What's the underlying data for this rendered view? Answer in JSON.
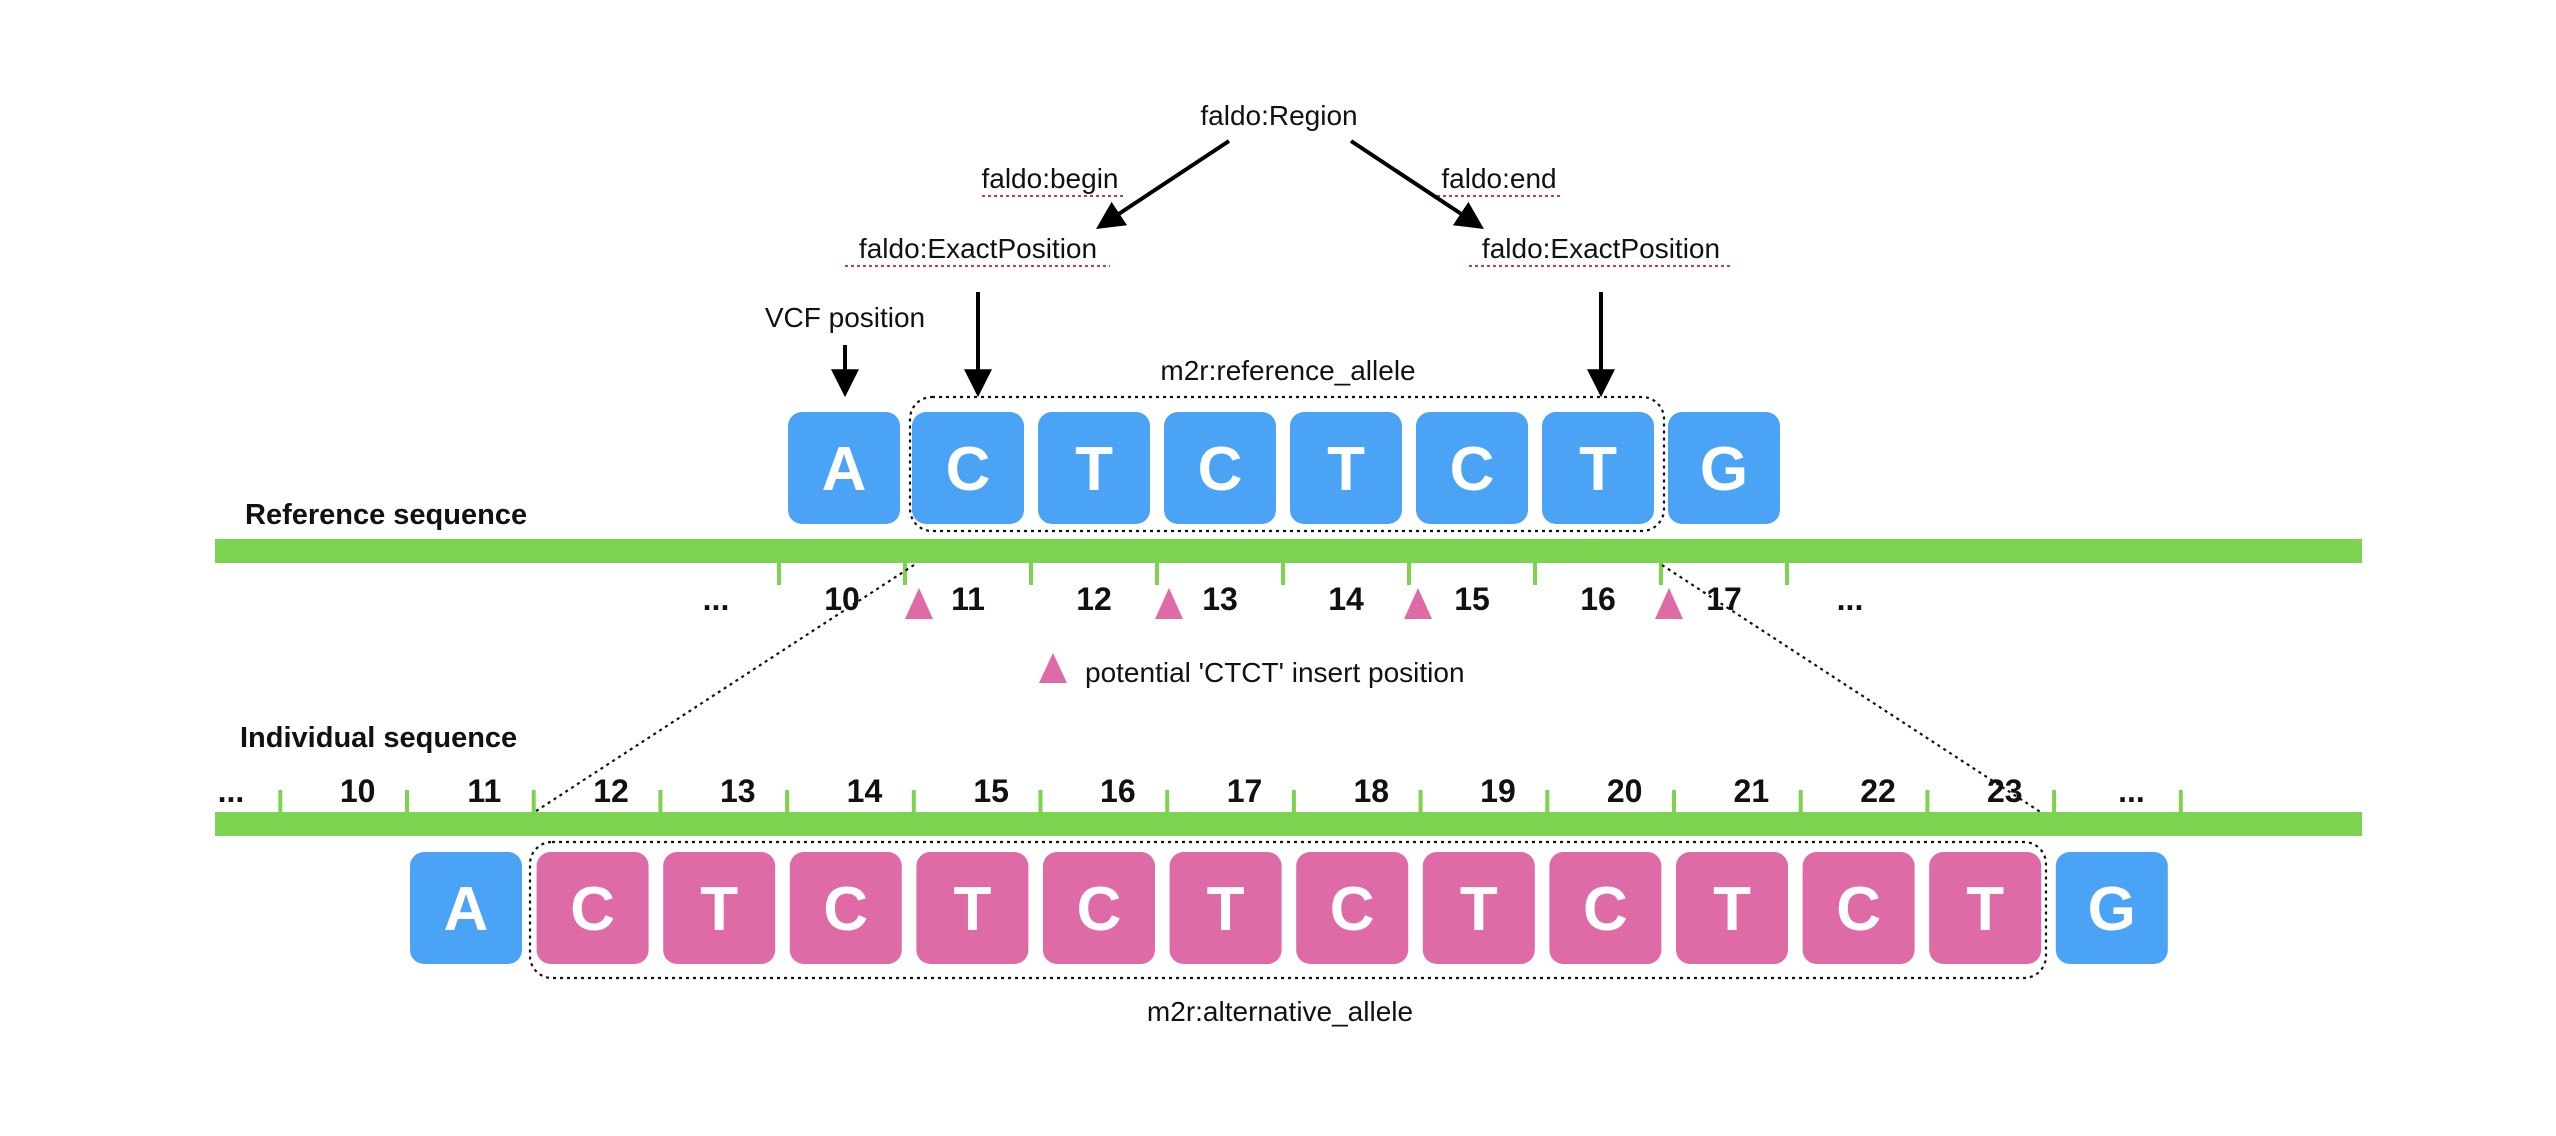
{
  "colors": {
    "reference_base": "#4aa3f5",
    "alternative_base": "#df6ba6",
    "sequence_bar": "#7cd350",
    "marker": "#df6ba6",
    "text": "#111111"
  },
  "labels": {
    "region": "faldo:Region",
    "begin": "faldo:begin",
    "end": "faldo:end",
    "exact_position_left": "faldo:ExactPosition",
    "exact_position_right": "faldo:ExactPosition",
    "vcf_position": "VCF position",
    "reference_allele": "m2r:reference_allele",
    "alternative_allele": "m2r:alternative_allele",
    "legend_marker": "potential 'CTCT' insert position",
    "reference_sequence": "Reference sequence",
    "individual_sequence": "Individual sequence"
  },
  "reference": {
    "bases": [
      "A",
      "C",
      "T",
      "C",
      "T",
      "C",
      "T",
      "G"
    ],
    "base_kinds": [
      "ref",
      "ref",
      "ref",
      "ref",
      "ref",
      "ref",
      "ref",
      "ref"
    ],
    "positions": [
      "...",
      "10",
      "11",
      "12",
      "13",
      "14",
      "15",
      "16",
      "17",
      "..."
    ]
  },
  "individual": {
    "bases": [
      "A",
      "C",
      "T",
      "C",
      "T",
      "C",
      "T",
      "C",
      "T",
      "C",
      "T",
      "C",
      "T",
      "G"
    ],
    "base_kinds": [
      "ref",
      "alt",
      "alt",
      "alt",
      "alt",
      "alt",
      "alt",
      "alt",
      "alt",
      "alt",
      "alt",
      "alt",
      "alt",
      "ref"
    ],
    "positions": [
      "...",
      "10",
      "11",
      "12",
      "13",
      "14",
      "15",
      "16",
      "17",
      "18",
      "19",
      "20",
      "21",
      "22",
      "23",
      "..."
    ]
  }
}
